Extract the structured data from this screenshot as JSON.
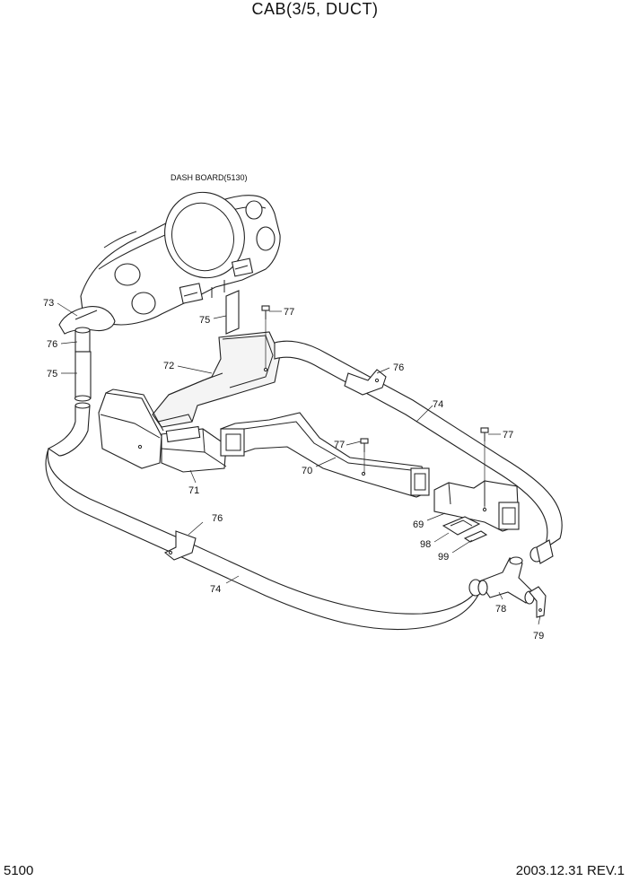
{
  "header": {
    "title": "CAB(3/5, DUCT)"
  },
  "footer": {
    "page_number": "5100",
    "date_rev": "2003.12.31  REV.1"
  },
  "diagram": {
    "dash_label": "DASH BOARD(5130)",
    "callouts": {
      "c73": "73",
      "c76a": "76",
      "c75a": "75",
      "c75b": "75",
      "c77a": "77",
      "c72": "72",
      "c76b": "76",
      "c74a": "74",
      "c77b": "77",
      "c77c": "77",
      "c70": "70",
      "c71": "71",
      "c69": "69",
      "c98": "98",
      "c99": "99",
      "c76c": "76",
      "c74b": "74",
      "c78": "78",
      "c79": "79"
    }
  }
}
